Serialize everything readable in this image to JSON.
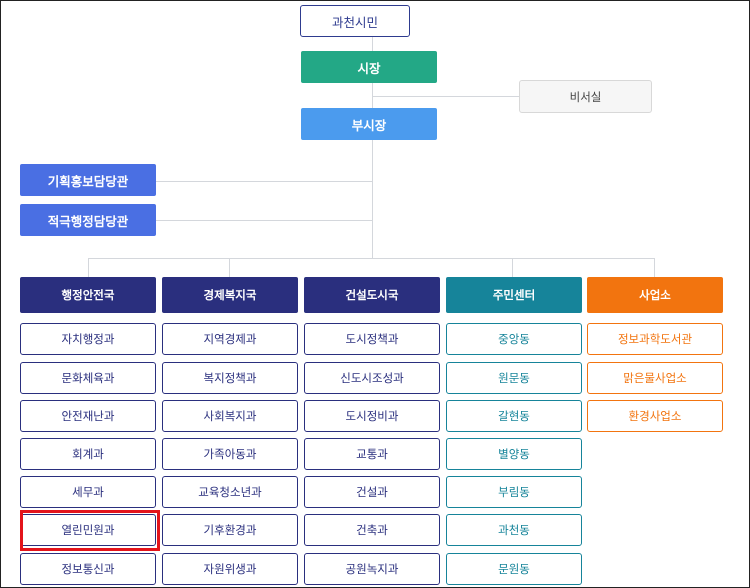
{
  "org": {
    "citizen": "과천시민",
    "mayor": "시장",
    "secretary": "비서실",
    "vice_mayor": "부시장",
    "officers": [
      "기획홍보담당관",
      "적극행정담당관"
    ]
  },
  "colors": {
    "mayor": "#23a886",
    "vice_mayor": "#4b9bee",
    "officer": "#4a6fe3",
    "department": "#2a2f7e",
    "center": "#16849a",
    "business": "#f2740f",
    "highlight": "#e3141b"
  },
  "columns": [
    {
      "title": "행정안전국",
      "items": [
        "자치행정과",
        "문화체육과",
        "안전재난과",
        "회계과",
        "세무과",
        "열린민원과",
        "정보통신과"
      ]
    },
    {
      "title": "경제복지국",
      "items": [
        "지역경제과",
        "복지정책과",
        "사회복지과",
        "가족아동과",
        "교육청소년과",
        "기후환경과",
        "자원위생과"
      ]
    },
    {
      "title": "건설도시국",
      "items": [
        "도시정책과",
        "신도시조성과",
        "도시정비과",
        "교통과",
        "건설과",
        "건축과",
        "공원녹지과"
      ]
    },
    {
      "title": "주민센터",
      "items": [
        "중앙동",
        "원문동",
        "갈현동",
        "별양동",
        "부림동",
        "과천동",
        "문원동"
      ]
    },
    {
      "title": "사업소",
      "items": [
        "정보과학도서관",
        "맑은물사업소",
        "환경사업소"
      ]
    }
  ]
}
